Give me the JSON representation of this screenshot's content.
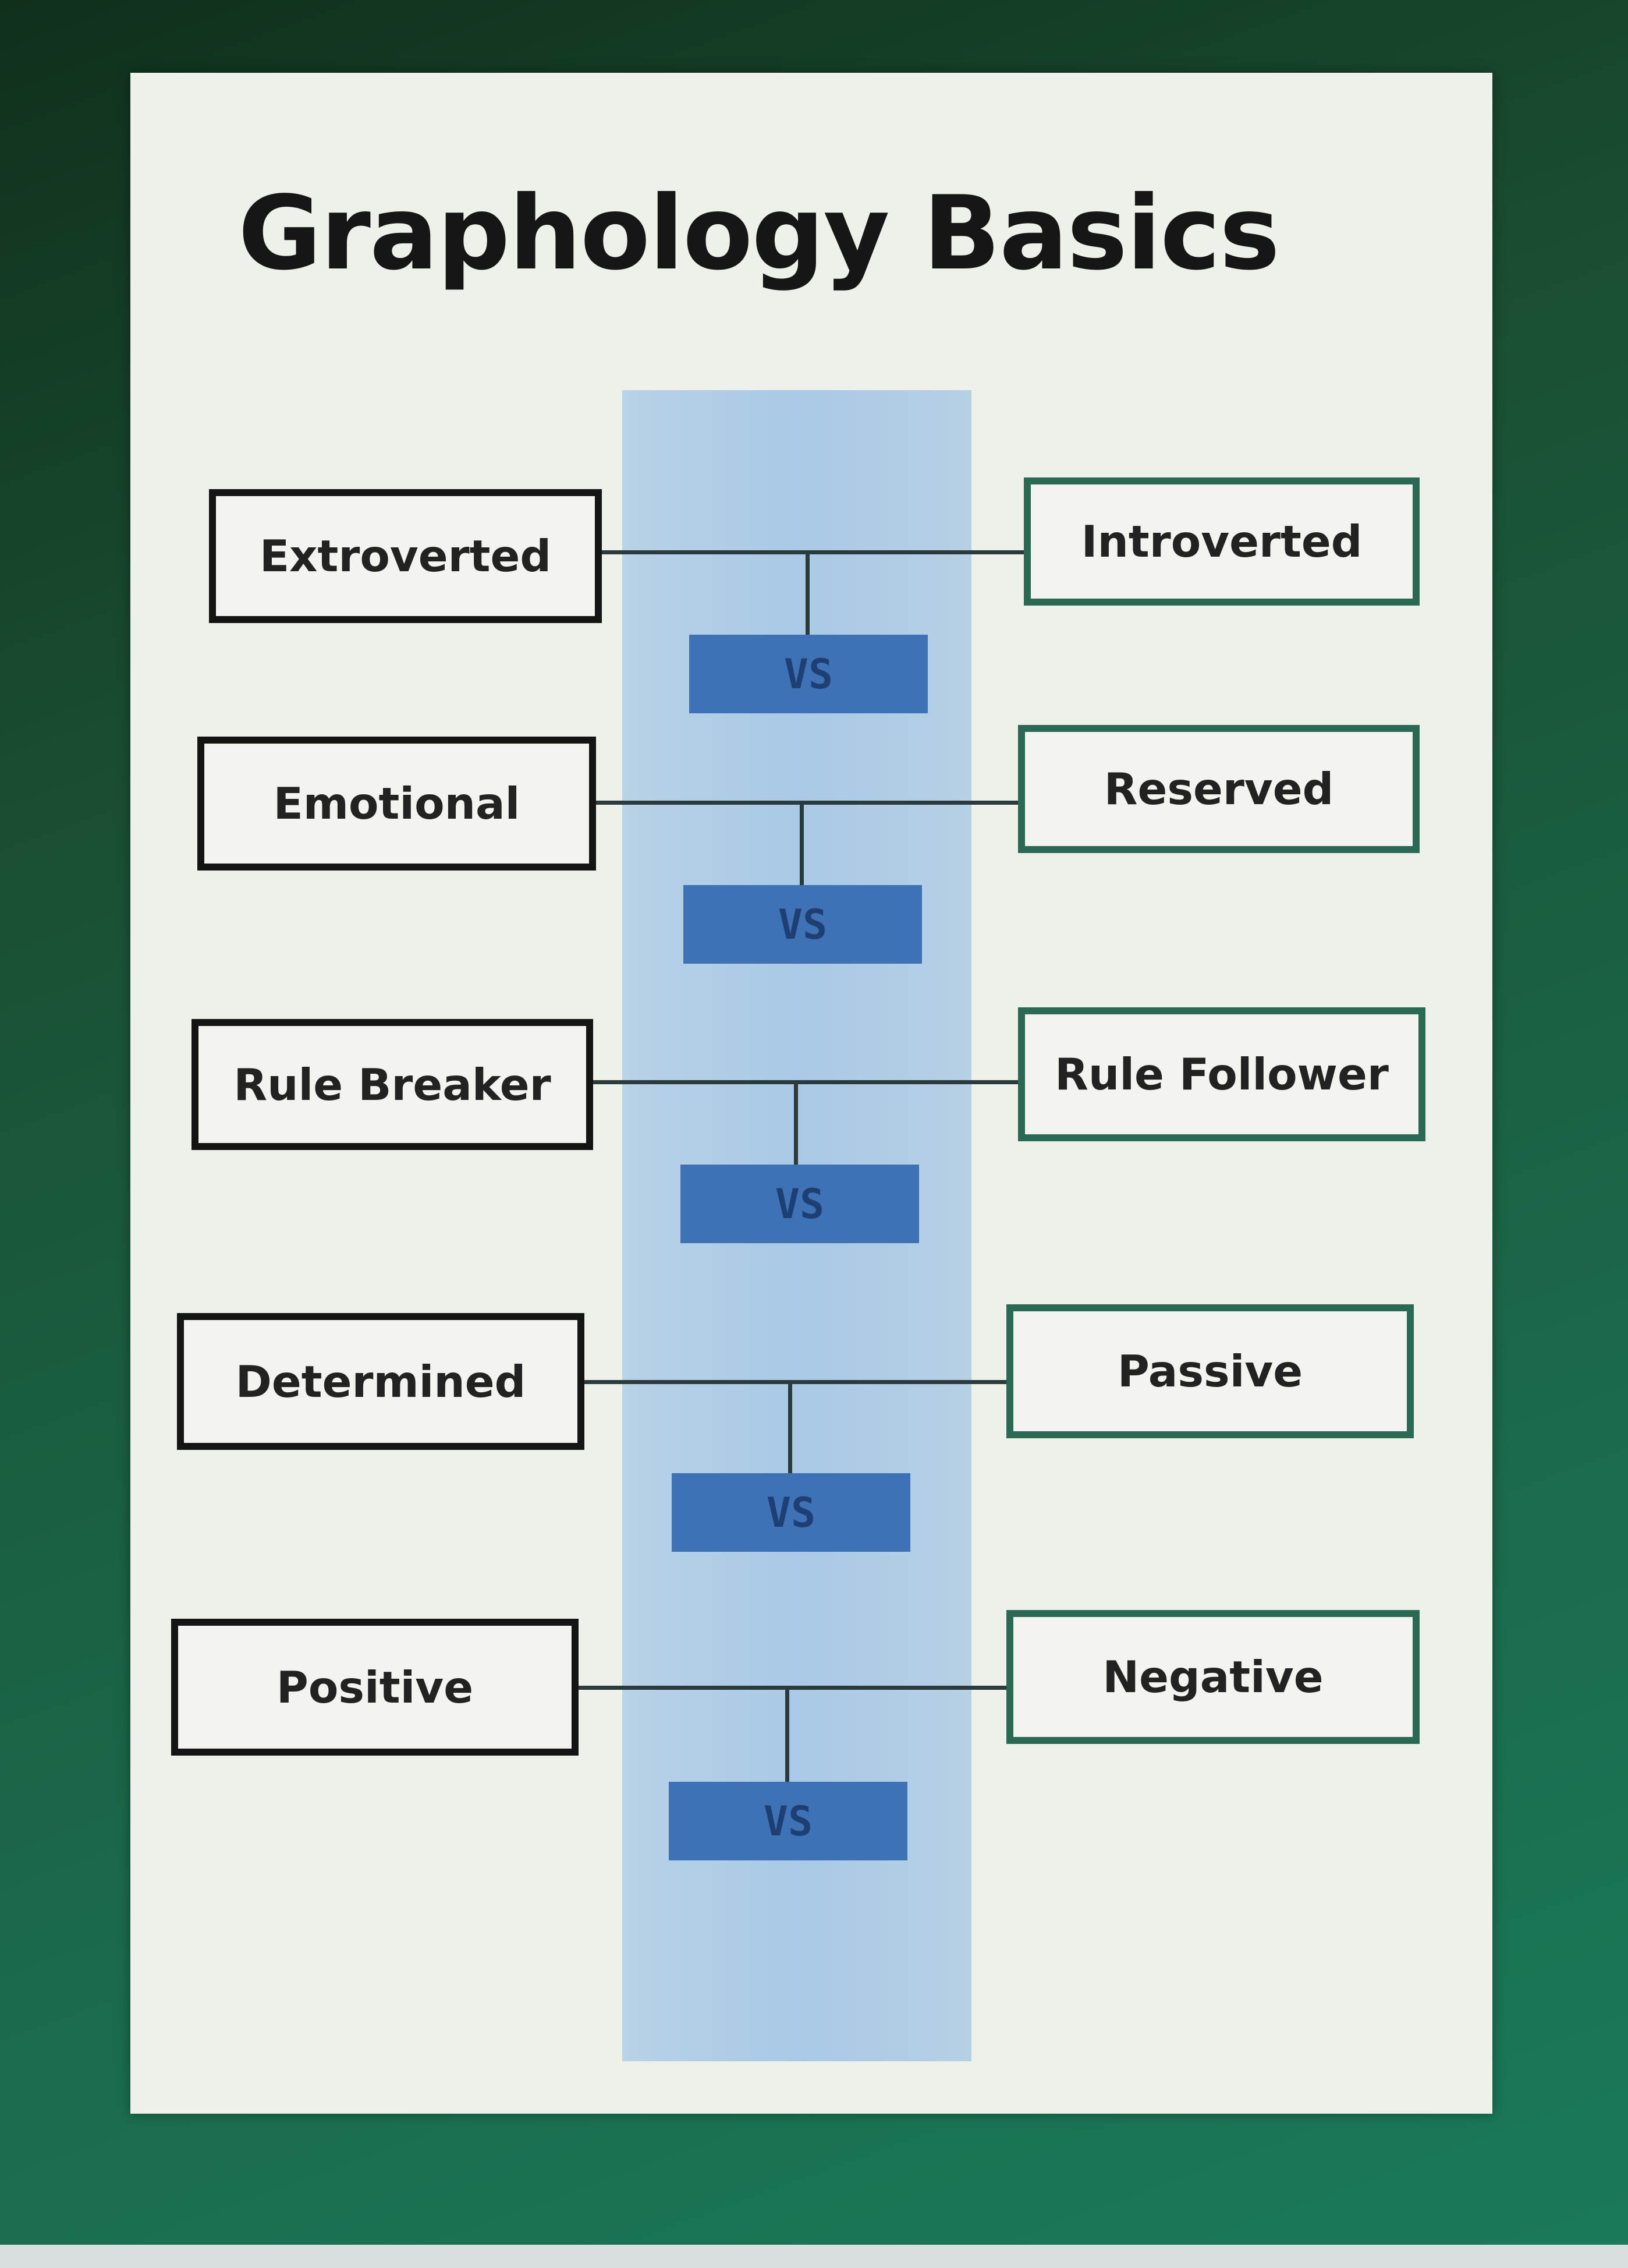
{
  "title": "Graphology Basics",
  "pairs": [
    {
      "left": "Extroverted",
      "right": "Introverted",
      "separator": "VS"
    },
    {
      "left": "Emotional",
      "right": "Reserved",
      "separator": "VS"
    },
    {
      "left": "Rule Breaker",
      "right": "Rule Follower",
      "separator": "VS"
    },
    {
      "left": "Determined",
      "right": "Passive",
      "separator": "VS"
    },
    {
      "left": "Positive",
      "right": "Negative",
      "separator": "VS"
    }
  ]
}
